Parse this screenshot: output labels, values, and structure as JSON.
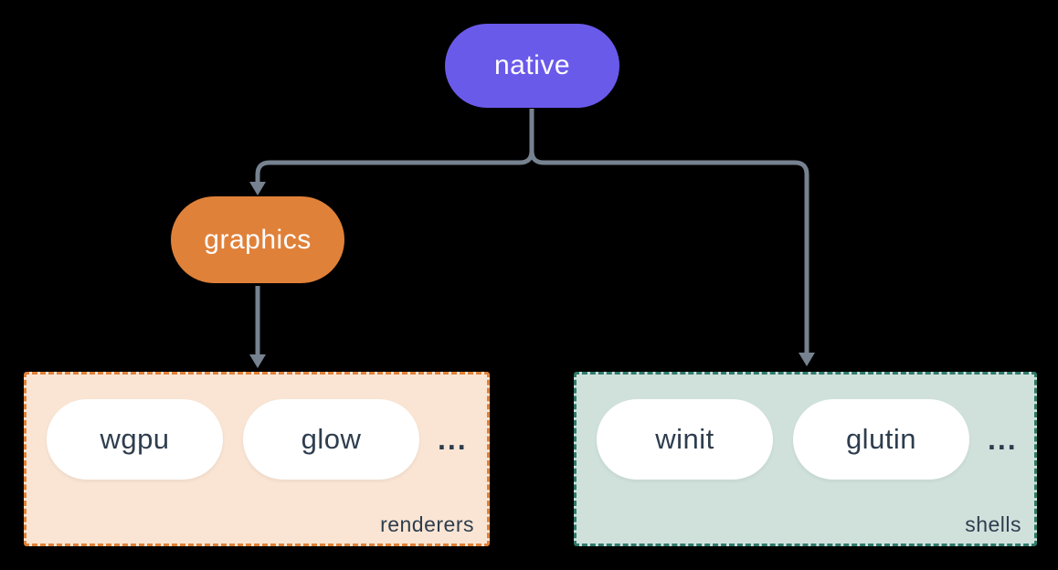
{
  "diagram": {
    "nodes": {
      "native": {
        "label": "native"
      },
      "graphics": {
        "label": "graphics"
      }
    },
    "groups": {
      "renderers": {
        "label": "renderers",
        "items": [
          "wgpu",
          "glow"
        ],
        "more": "..."
      },
      "shells": {
        "label": "shells",
        "items": [
          "winit",
          "glutin"
        ],
        "more": "..."
      }
    }
  },
  "colors": {
    "background": "#000000",
    "native_fill": "#6a5aea",
    "graphics_fill": "#e08139",
    "renderers_fill": "#fae5d4",
    "renderers_border": "#e08139",
    "shells_fill": "#d0e1dc",
    "shells_border": "#2f7a6b",
    "pill_fill": "#ffffff",
    "text_light": "#ffffff",
    "text_dark": "#2e3d4e",
    "connector": "#76828f"
  }
}
